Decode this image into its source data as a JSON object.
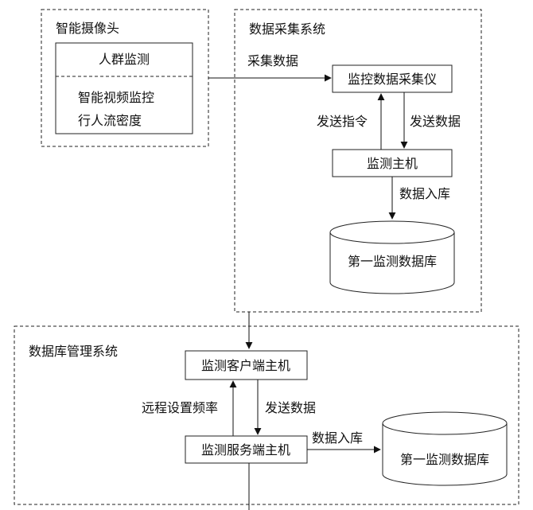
{
  "camera": {
    "title": "智能摄像头",
    "box_top": "人群监测",
    "box_line1": "智能视频监控",
    "box_line2": "行人流密度"
  },
  "acquisition": {
    "title": "数据采集系统",
    "edge_collect": "采集数据",
    "collector": "监控数据采集仪",
    "edge_command": "发送指令",
    "edge_send": "发送数据",
    "host": "监测主机",
    "edge_store": "数据入库",
    "database": "第一监测数据库"
  },
  "management": {
    "title": "数据库管理系统",
    "client_host": "监测客户端主机",
    "edge_remote": "远程设置频率",
    "edge_send": "发送数据",
    "server_host": "监测服务端主机",
    "edge_store": "数据入库",
    "database": "第一监测数据库"
  }
}
